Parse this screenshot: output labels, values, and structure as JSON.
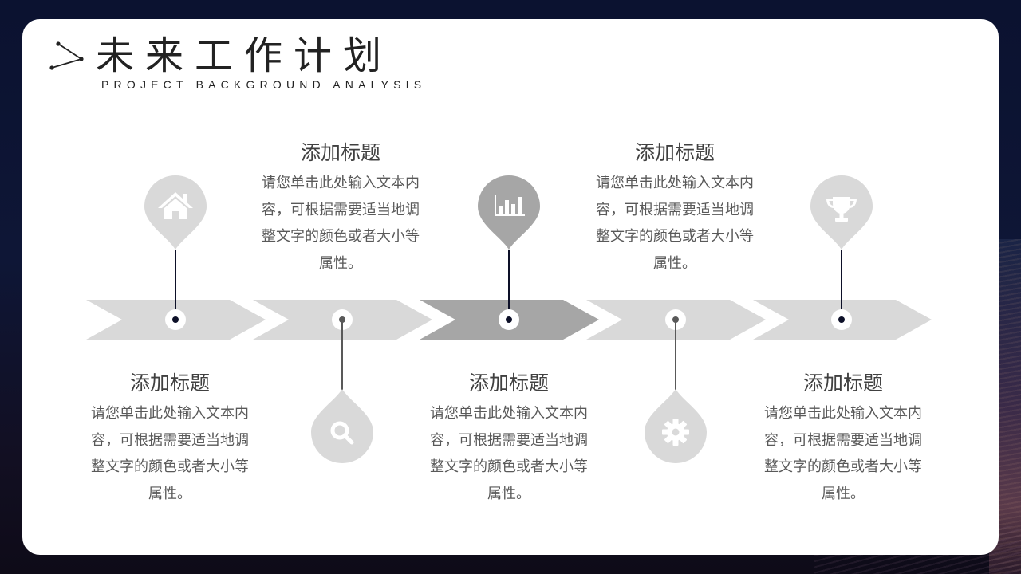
{
  "header": {
    "title": "未来工作计划",
    "subtitle": "PROJECT BACKGROUND ANALYSIS"
  },
  "colors": {
    "background_dark": "#0b1230",
    "card": "#ffffff",
    "arrow_light": "#d9d9d9",
    "arrow_active": "#a6a6a6",
    "pin_light": "#d9d9d9",
    "pin_active": "#a6a6a6",
    "connector_dark": "#0d1028",
    "connector_gray": "#595959",
    "title_text": "#222222",
    "body_text": "#595959"
  },
  "timeline": {
    "steps": [
      {
        "index": 1,
        "icon": "home-icon",
        "pin_position": "top",
        "text_position": "bottom",
        "active": false,
        "title": "添加标题",
        "body": "请您单击此处输入文本内容，可根据需要适当地调整文字的颜色或者大小等属性。"
      },
      {
        "index": 2,
        "icon": "search-icon",
        "pin_position": "bottom",
        "text_position": "top",
        "active": false,
        "title": "添加标题",
        "body": "请您单击此处输入文本内容，可根据需要适当地调整文字的颜色或者大小等属性。"
      },
      {
        "index": 3,
        "icon": "bar-chart-icon",
        "pin_position": "top",
        "text_position": "bottom",
        "active": true,
        "title": "添加标题",
        "body": "请您单击此处输入文本内容，可根据需要适当地调整文字的颜色或者大小等属性。"
      },
      {
        "index": 4,
        "icon": "gear-icon",
        "pin_position": "bottom",
        "text_position": "top",
        "active": false,
        "title": "添加标题",
        "body": "请您单击此处输入文本内容，可根据需要适当地调整文字的颜色或者大小等属性。"
      },
      {
        "index": 5,
        "icon": "trophy-icon",
        "pin_position": "top",
        "text_position": "bottom",
        "active": false,
        "title": "添加标题",
        "body": "请您单击此处输入文本内容，可根据需要适当地调整文字的颜色或者大小等属性。"
      }
    ]
  }
}
